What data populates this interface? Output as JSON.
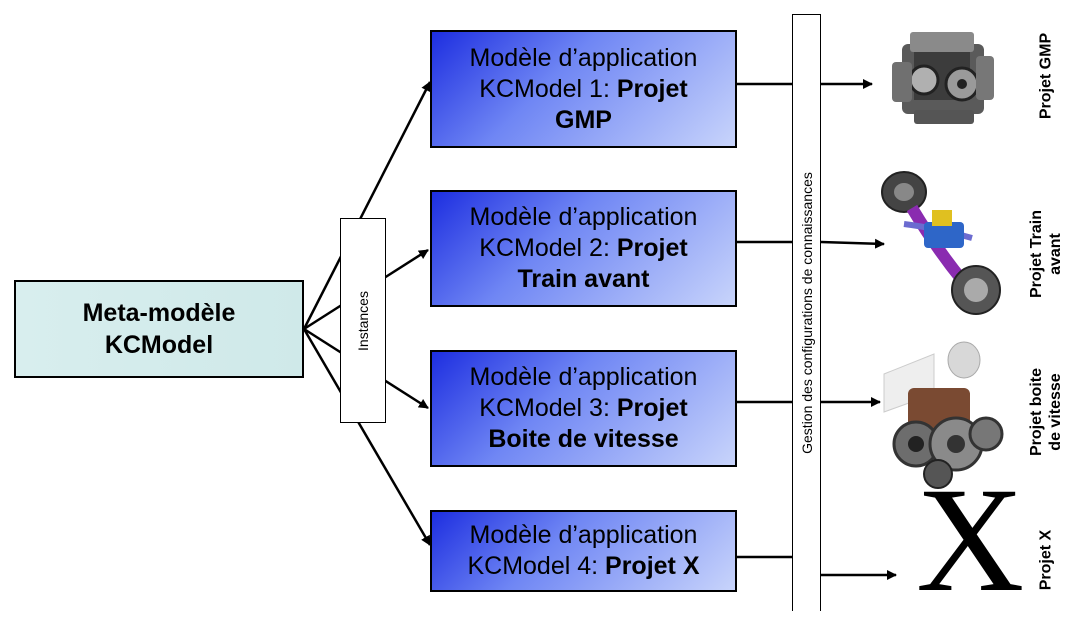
{
  "meta_model": {
    "line1": "Meta-modèle",
    "line2": "KCModel"
  },
  "instances_label": "Instances",
  "gestion_label": "Gestion des configurations de connaissances",
  "models": [
    {
      "line1": "Modèle d’application",
      "line2_prefix": "KCModel 1: ",
      "line2_bold": "Projet",
      "line3_bold": "GMP"
    },
    {
      "line1": "Modèle d’application",
      "line2_prefix": "KCModel 2: ",
      "line2_bold": "Projet",
      "line3_bold": "Train avant"
    },
    {
      "line1": "Modèle d’application",
      "line2_prefix": "KCModel 3: ",
      "line2_bold": "Projet",
      "line3_bold": "Boite de vitesse"
    },
    {
      "line1": "Modèle d’application",
      "line2_prefix": "KCModel 4: ",
      "line2_bold": "Projet X"
    }
  ],
  "projects": [
    {
      "lines": [
        "Projet GMP"
      ],
      "image": "engine-image"
    },
    {
      "lines": [
        "Projet Train",
        "avant"
      ],
      "image": "front-axle-image"
    },
    {
      "lines": [
        "Projet boite",
        "de vitesse"
      ],
      "image": "gearbox-image"
    },
    {
      "lines": [
        "Projet X"
      ],
      "image": "x-letter"
    }
  ],
  "x_symbol": "X",
  "colors": {
    "meta_fill": "#d4ecec",
    "model_fill_dark": "#1d2ee0",
    "model_fill_light": "#c8d4fb"
  }
}
